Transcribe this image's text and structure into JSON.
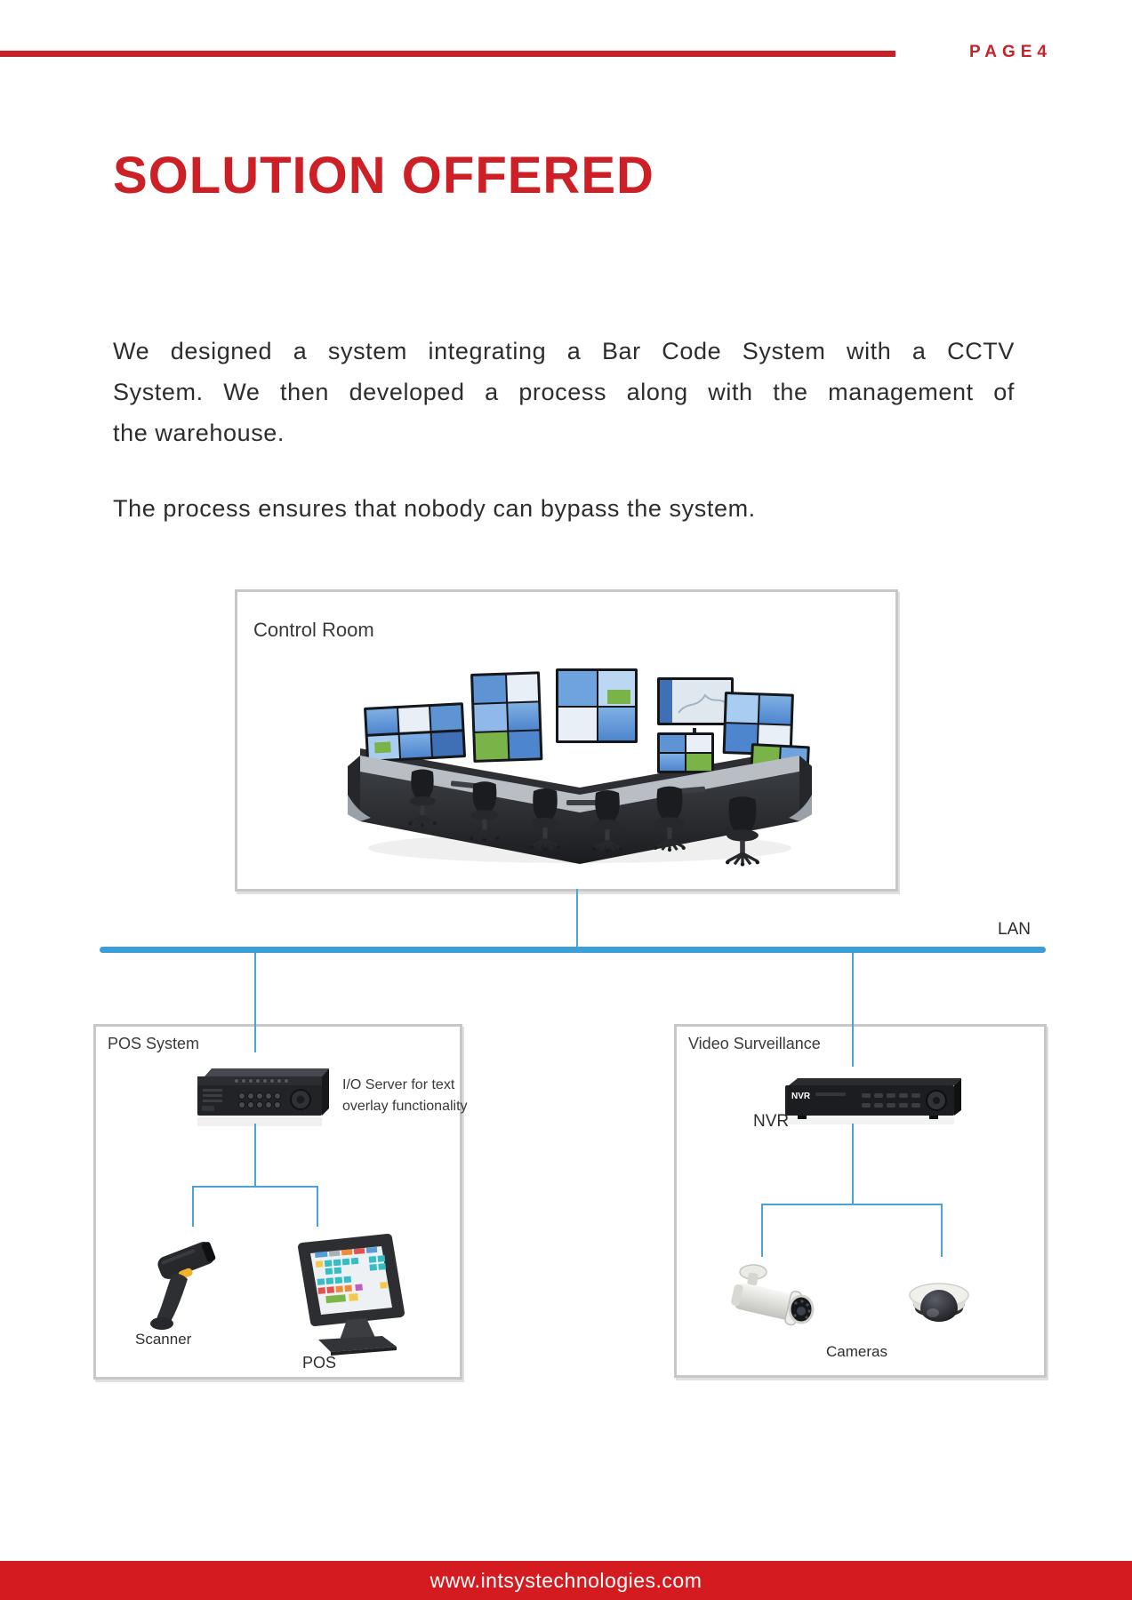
{
  "colors": {
    "accent_red": "#c4232a",
    "title_red": "#cd2026",
    "footer_red": "#d41b1f",
    "lan_blue": "#3d9dd6",
    "branch_blue": "#4ba3d9",
    "box_border_gray": "#c7c7c7"
  },
  "header": {
    "page_label": "PAGE4"
  },
  "title": "SOLUTION OFFERED",
  "body": {
    "paragraph1_lines": [
      "We designed a system integrating a Bar Code System with a CCTV",
      "System. We then developed a process along with the management of",
      "the warehouse."
    ],
    "paragraph2": "The process ensures that nobody can bypass the system."
  },
  "diagram": {
    "control_room_label": "Control Room",
    "lan_label": "LAN",
    "pos": {
      "box_label": "POS System",
      "io_server_caption": "I/O Server for text overlay functionality",
      "scanner_label": "Scanner",
      "terminal_label": "POS"
    },
    "video": {
      "box_label": "Video Surveillance",
      "nvr_label": "NVR",
      "nvr_device_logo": "NVR",
      "cameras_label": "Cameras"
    }
  },
  "footer": {
    "website": "www.intsystechnologies.com"
  }
}
